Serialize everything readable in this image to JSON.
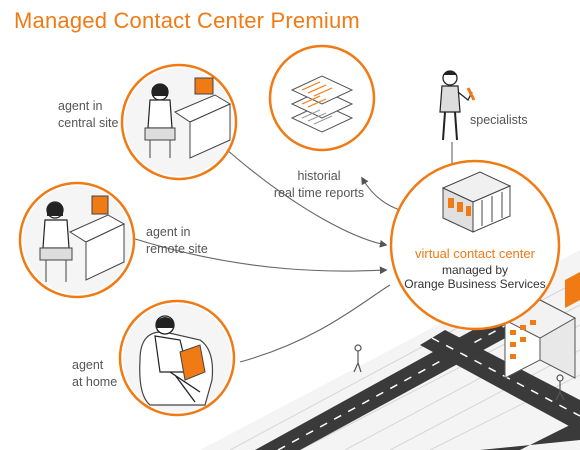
{
  "title": "Managed Contact Center Premium",
  "nodes": {
    "central": {
      "line1": "agent in",
      "line2": "central site"
    },
    "remote": {
      "line1": "agent in",
      "line2": "remote site"
    },
    "home": {
      "line1": "agent",
      "line2": "at home"
    },
    "reports": {
      "line1": "historial",
      "line2": "real time reports"
    },
    "specialists": {
      "label": "specialists"
    },
    "center": {
      "title": "virtual contact center",
      "line1": "managed by",
      "line2": "Orange Business Services"
    }
  },
  "colors": {
    "accent": "#f07a14",
    "text": "#555555",
    "line": "#777777",
    "road": "#3a3a3a"
  }
}
